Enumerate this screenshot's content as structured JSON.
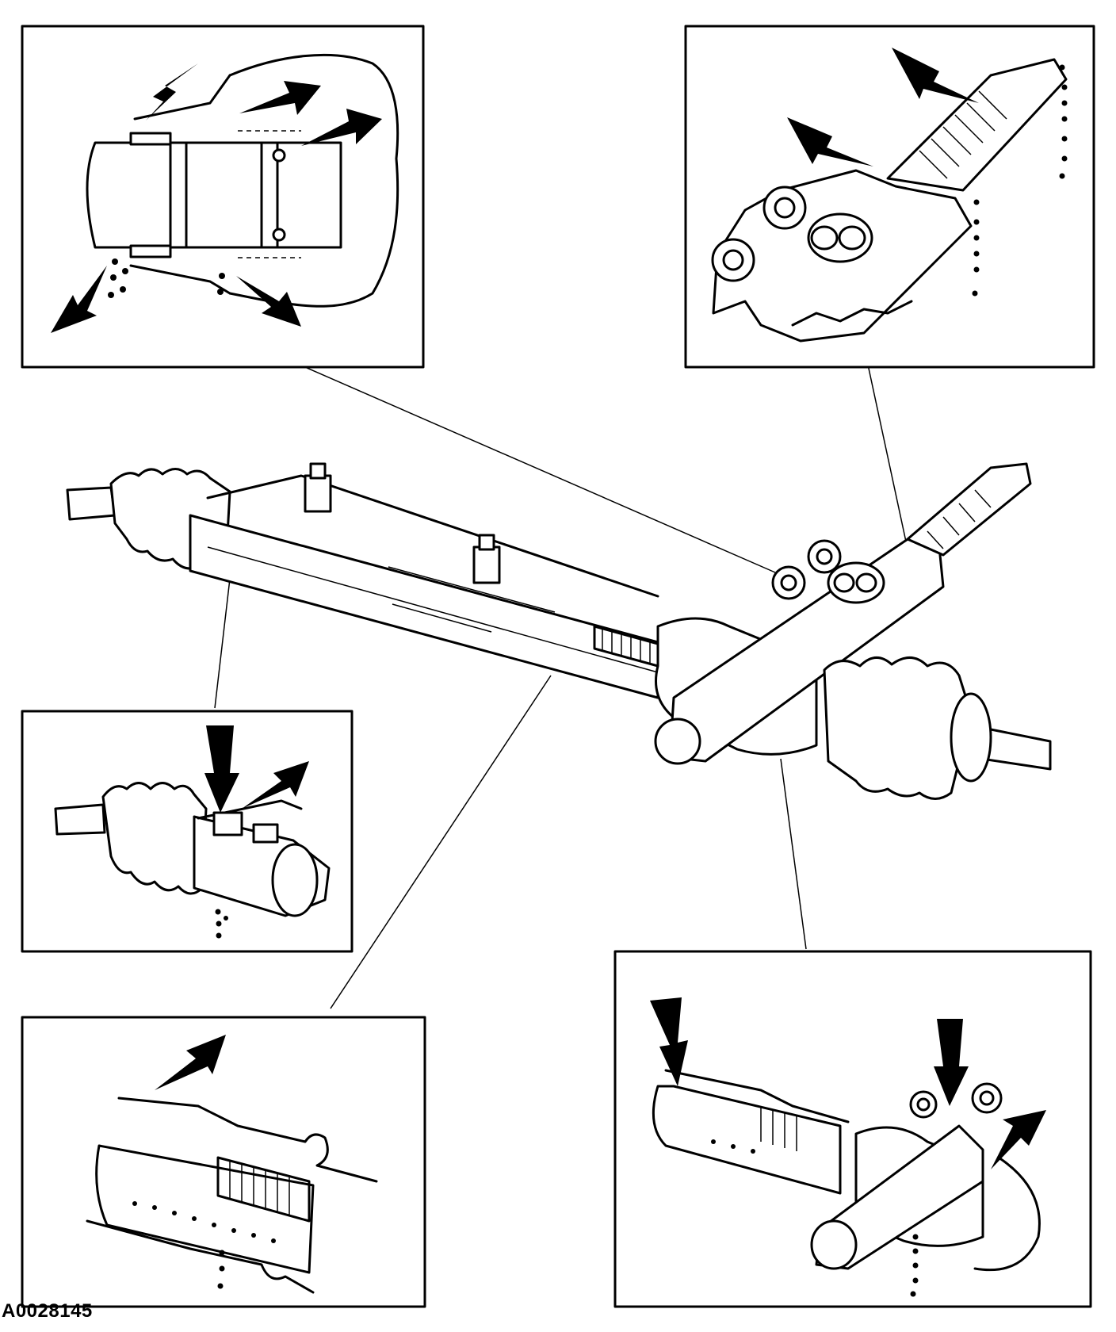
{
  "figure": {
    "code": "A0028145"
  },
  "style": {
    "ink": "#000000",
    "paper": "#ffffff"
  },
  "insets": [
    {
      "name": "rack-end-seal-detail"
    },
    {
      "name": "pinion-input-shaft-seal-detail"
    },
    {
      "name": "tie-rod-boot-end-detail"
    },
    {
      "name": "rack-tube-seal-detail"
    },
    {
      "name": "pinion-housing-seal-detail"
    }
  ]
}
